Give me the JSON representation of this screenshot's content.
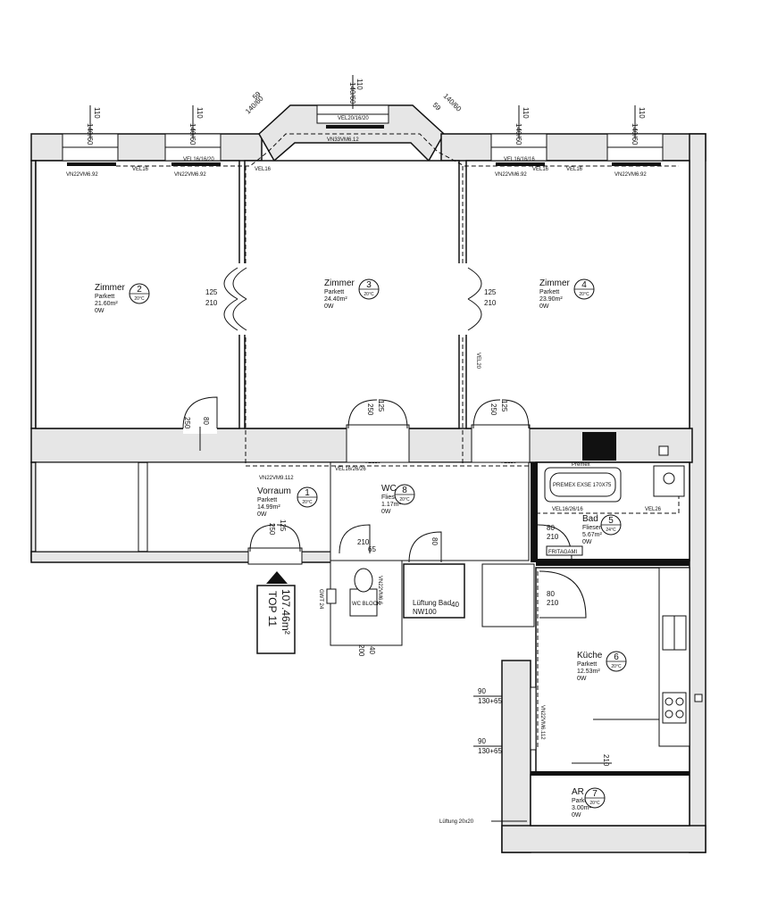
{
  "rooms": [
    {
      "id": "zimmer-2",
      "name": "Zimmer",
      "number": "2",
      "floor": "Parkett",
      "area": "21.60m²",
      "watt": "0W",
      "badge_sub": "20°C"
    },
    {
      "id": "zimmer-3",
      "name": "Zimmer",
      "number": "3",
      "floor": "Parkett",
      "area": "24.40m²",
      "watt": "0W",
      "badge_sub": "20°C"
    },
    {
      "id": "zimmer-4",
      "name": "Zimmer",
      "number": "4",
      "floor": "Parkett",
      "area": "23.90m²",
      "watt": "0W",
      "badge_sub": "20°C"
    },
    {
      "id": "vorraum-1",
      "name": "Vorraum",
      "number": "1",
      "floor": "Parkett",
      "area": "14.99m²",
      "watt": "0W",
      "badge_sub": "20°C"
    },
    {
      "id": "wc-8",
      "name": "WC",
      "number": "8",
      "floor": "Fliesen",
      "area": "1.17m²",
      "watt": "0W",
      "badge_sub": "20°C"
    },
    {
      "id": "bad-5",
      "name": "Bad",
      "number": "5",
      "floor": "Fliesen",
      "area": "5.67m²",
      "watt": "0W",
      "badge_sub": "24°C"
    },
    {
      "id": "kueche-6",
      "name": "Küche",
      "number": "6",
      "floor": "Parkett",
      "area": "12.53m²",
      "watt": "0W",
      "badge_sub": "20°C"
    },
    {
      "id": "ar-7",
      "name": "AR",
      "number": "7",
      "floor": "Parkett",
      "area": "3.00m²",
      "watt": "0W",
      "badge_sub": "20°C"
    }
  ],
  "unit": {
    "label": "TOP 11",
    "area": "107.46m²"
  },
  "windows": [
    {
      "height": "110",
      "size": "140/60"
    },
    {
      "height": "110",
      "size": "140/60"
    },
    {
      "height": "110",
      "size": "140/60"
    },
    {
      "height": "110",
      "size": "140/60"
    },
    {
      "height": "110",
      "size": "140/60"
    },
    {
      "height": "59",
      "size": "140/60"
    },
    {
      "height": "59",
      "size": "140/60"
    }
  ],
  "heaters": {
    "h1": "VN22VM6.92",
    "h2": "VN22VM6.92",
    "h3": "VN33VM6.12",
    "h4": "VN22VM6.92",
    "h5": "VN22VM6.92",
    "vorraum": "VN22VM9.112",
    "kueche": "VN22VM6.112",
    "wc": "VN22VM6.6"
  },
  "pipes": {
    "p1": "VEL16",
    "p2": "VEL16/16/20",
    "p3": "VEL16",
    "p4": "VEL20/16/20",
    "p5": "VEL16/16/16",
    "p6": "VEL16",
    "p7": "VEL16/26/16",
    "p8": "VEL16",
    "p9": "VEL16/26/26",
    "p10": "VEL26",
    "p11": "VEL16",
    "p12": "VEL16",
    "p13": "VEL20"
  },
  "doors": {
    "d23_w": "125",
    "d23_h": "210",
    "d34_w": "125",
    "d34_h": "210",
    "dz2_w": "80",
    "dz2_h": "250",
    "dz3_w": "125",
    "dz3_h": "250",
    "dz4_w": "125",
    "dz4_h": "250",
    "dv_w": "125",
    "dv_h": "250",
    "dwc_w": "65",
    "dwc_h": "210",
    "dlb_w": "80",
    "dbad_w": "80",
    "dbad_h": "210",
    "dk_w": "80",
    "dk_h": "210",
    "dar_h": "210"
  },
  "labels": {
    "lueftung_bad": "Lüftung Bad",
    "lueftung_bad_nw": "NW100",
    "lueftung_ar": "Lüftung 20x20",
    "bathtub": "PREMEX EXSE 170X75",
    "premex": "Premex",
    "fritagami": "FRITAGAMI",
    "wc_label": "WC BLOCK",
    "sup_40": "40",
    "sup_200": "200",
    "dim_40_small": "40",
    "dim_90_1": "90",
    "dim_130_1": "130+65",
    "dim_90_2": "90",
    "dim_130_2": "130+65",
    "gaswh": "GWT 24"
  }
}
